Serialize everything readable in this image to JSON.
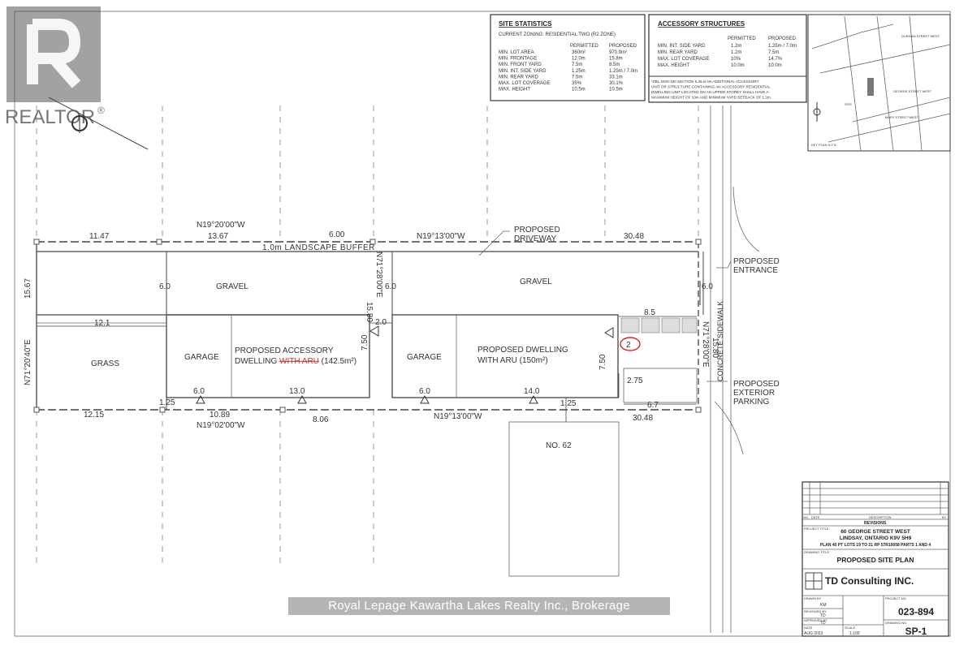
{
  "brand": {
    "realtor": "REALTOR",
    "reg": "®",
    "watermark": "Royal Lepage Kawartha Lakes Realty Inc., Brokerage"
  },
  "site_stats": {
    "title": "SITE STATISTICS",
    "zoning": "CURRENT ZONING: RESIDENTIAL TWO (R2 ZONE)",
    "col_permitted": "PERMITTED",
    "col_proposed": "PROPOSED",
    "rows": [
      {
        "label": "MIN. LOT AREA",
        "permitted": "360m²",
        "proposed": "970.9m²"
      },
      {
        "label": "MIN. FRONTAGE",
        "permitted": "12.0m",
        "proposed": "15.8m"
      },
      {
        "label": "MIN. FRONT YARD",
        "permitted": "7.5m",
        "proposed": "8.5m"
      },
      {
        "label": "MIN. INT. SIDE YARD",
        "permitted": "1.25m",
        "proposed": "1.25m / 7.0m"
      },
      {
        "label": "MIN. REAR YARD",
        "permitted": "7.5m",
        "proposed": "33.1m"
      },
      {
        "label": "MAX. LOT COVERAGE",
        "permitted": "35%",
        "proposed": "30.1%"
      },
      {
        "label": "MAX. HEIGHT",
        "permitted": "10.5m",
        "proposed": "10.5m"
      }
    ]
  },
  "accessory": {
    "title": "ACCESSORY STRUCTURES",
    "col_permitted": "PERMITTED",
    "col_proposed": "PROPOSED",
    "rows": [
      {
        "label": "MIN. INT. SIDE YARD",
        "permitted": "1.2m",
        "proposed": "1.25m / 7.0m"
      },
      {
        "label": "MIN. REAR YARD",
        "permitted": "1.2m",
        "proposed": "7.5m"
      },
      {
        "label": "MAX. LOT COVERAGE",
        "permitted": "10%",
        "proposed": "14.7%"
      },
      {
        "label": "MAX. HEIGHT",
        "permitted": "10.0m",
        "proposed": "10.0m"
      }
    ],
    "note": [
      "*ZBL 2020-180 SECTION 5.35.iii AN ADDITIONAL ACCESSORY",
      "UNIT OR STRUCTURE CONTAINING AN ACCESSORY RESIDENTIAL",
      "DWELLING UNIT LOCATED ON AN UPPER STOREY SHALL HAVE A",
      "MAXIMUM HEIGHT OF 10m AND MINIMUM YARD SETBACK OF 1.2m."
    ]
  },
  "key_map": {
    "streets": [
      "DURHAM STREET WEST",
      "GEORGE STREET WEST",
      "MARY STREET WEST"
    ],
    "site": "SITE",
    "caption": "KEY PLAN N.T.S."
  },
  "plan": {
    "dims": {
      "d_11_47": "11.47",
      "d_13_67": "13.67",
      "d_6_00": "6.00",
      "d_30_48_top": "30.48",
      "d_15_67": "15.67",
      "d_12_1": "12.1",
      "d_12_15": "12.15",
      "d_1_25_left": "1.25",
      "d_10_89": "10.89",
      "d_8_06": "8.06",
      "d_30_48_bot": "30.48",
      "d_6_0_a": "6.0",
      "d_6_0_b": "6.0",
      "d_6_0_c": "6.0",
      "d_6_0_bot_a": "6.0",
      "d_13_0": "13.0",
      "d_6_0_bot_b": "6.0",
      "d_14_0": "14.0",
      "d_1_25_bot": "1.25",
      "d_2_0": "2.0",
      "d_7_50_a": "7.50",
      "d_7_50_b": "7.50",
      "d_8_5": "8.5",
      "d_2_75": "2.75",
      "d_6_7": "6.7",
      "d_15_80_mid": "15.80",
      "d_15_80_right": "15.80"
    },
    "bearings": {
      "b_top_left": "N19°20'00\"W",
      "b_top_right": "N19°13'00\"W",
      "b_bot_left": "N19°02'00\"W",
      "b_bot_right": "N19°13'00\"W",
      "b_left": "N71°20'40\"E",
      "b_mid": "N71°28'00\"E",
      "b_right": "N71°28'00\"E"
    },
    "labels": {
      "buffer": "1.0m LANDSCAPE BUFFER",
      "gravel_left": "GRAVEL",
      "gravel_right": "GRAVEL",
      "grass": "GRASS",
      "garage_left": "GARAGE",
      "garage_right": "GARAGE",
      "acc_line1": "PROPOSED ACCESSORY",
      "acc_line2a": "DWELLING ",
      "acc_line2b": "WITH ARU",
      "acc_line2c": " (142.5m²)",
      "dwell_line1": "PROPOSED DWELLING",
      "dwell_line2": "WITH ARU (150m²)",
      "driveway1": "PROPOSED",
      "driveway2": "DRIVEWAY",
      "entrance1": "PROPOSED",
      "entrance2": "ENTRANCE",
      "parking1": "PROPOSED",
      "parking2": "EXTERIOR",
      "parking3": "PARKING",
      "sidewalk": "CONCRETE SIDEWALK",
      "no62": "NO. 62",
      "circled": "2"
    }
  },
  "title_block": {
    "rev_headers": [
      "NO.",
      "DATE",
      "DESCRIPTION",
      "BY"
    ],
    "revisions": "REVISIONS",
    "project_title_label": "PROJECT TITLE",
    "address1": "60 GEORGE STREET WEST",
    "address2": "LINDSAY, ONTARIO K9V 5H9",
    "legal": "PLAN 40 PT LOTS 19 TO 21 RP 57R10058 PARTS 1 AND 4",
    "drawing_title_label": "DRAWING TITLE",
    "drawing_title": "PROPOSED SITE PLAN",
    "company": "TD Consulting INC.",
    "drawn_by_label": "DRAWN BY",
    "drawn_by": "KM",
    "reviewed_by_label": "REVIEWED BY",
    "reviewed_by": "TD",
    "approved_by_label": "APPROVED BY",
    "approved_by": "TD",
    "project_no_label": "PROJECT NO.",
    "project_no": "023-894",
    "date_label": "DATE",
    "date": "AUG 2023",
    "scale_label": "SCALE",
    "scale": "1:100",
    "drawing_no_label": "DRAWING NO.",
    "drawing_no": "SP-1"
  }
}
